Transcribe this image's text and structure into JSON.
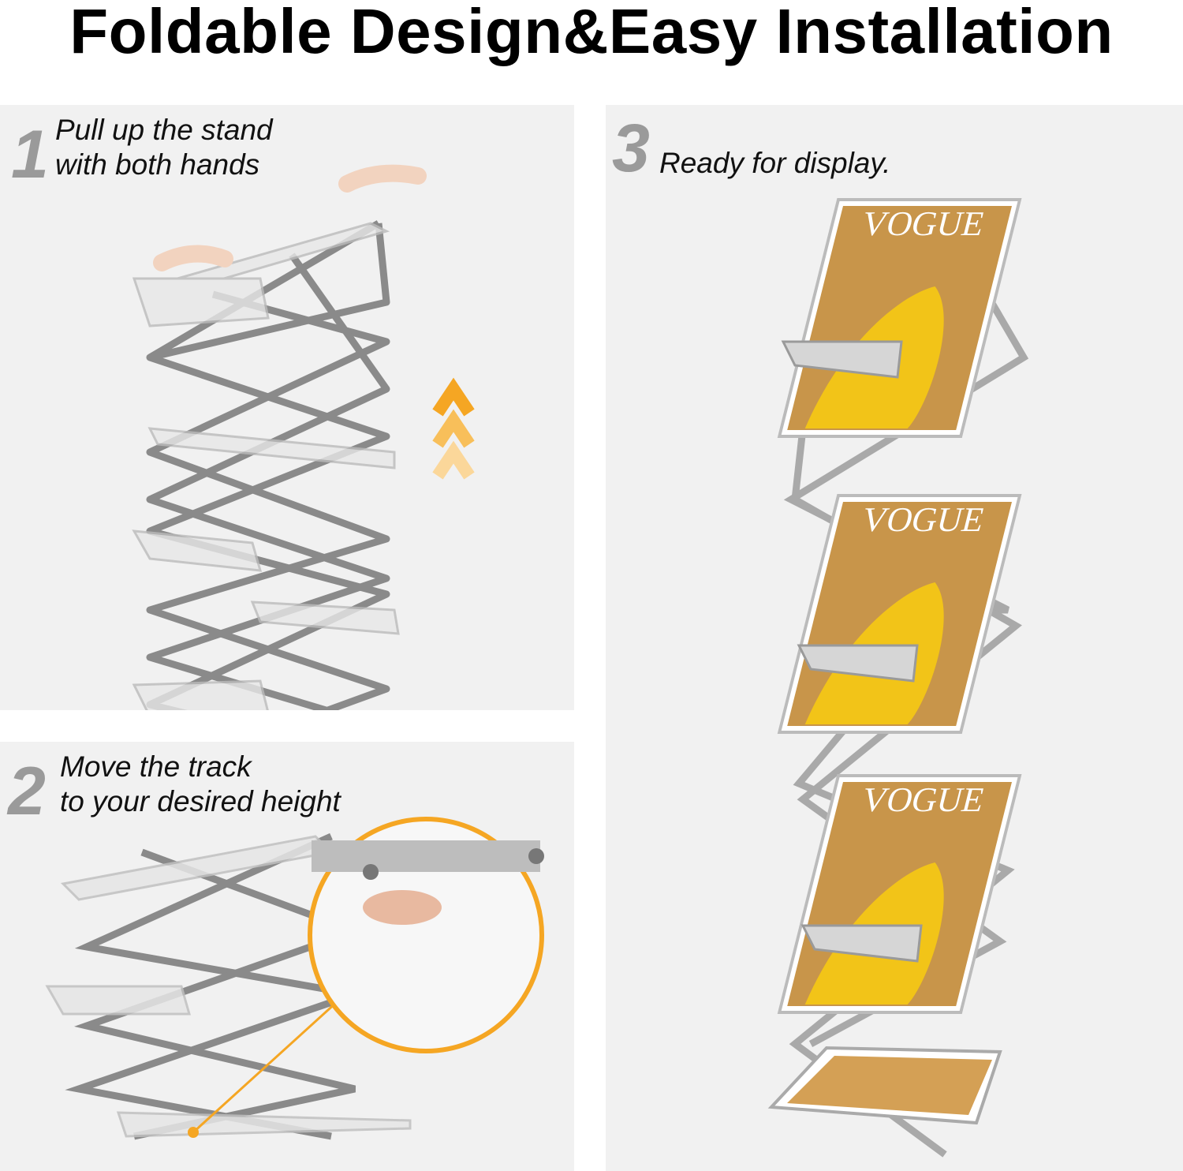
{
  "title": "Foldable Design&Easy Installation",
  "steps": [
    {
      "number": "1",
      "line1": "Pull up the stand",
      "line2": "with both hands"
    },
    {
      "number": "2",
      "line1": "Move the track",
      "line2": "to your desired height"
    },
    {
      "number": "3",
      "line1": "Ready for display."
    }
  ],
  "magazine_logo": "VOGUE",
  "colors": {
    "accent": "#f5a623",
    "panel": "#f1f1f1",
    "metal": "#8f8f8f",
    "cover": "#c8954a"
  }
}
